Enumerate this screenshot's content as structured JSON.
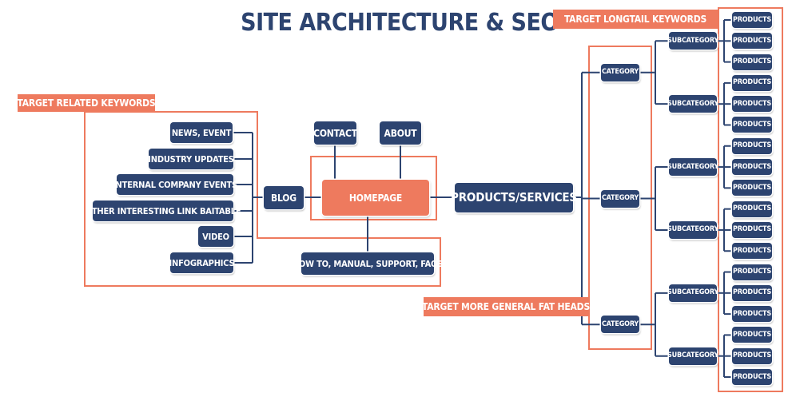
{
  "title": "SITE ARCHITECTURE & SEO",
  "annotations": {
    "related": "TARGET RELATED KEYWORDS",
    "longtail": "TARGET LONGTAIL KEYWORDS",
    "fat_heads": "TARGET MORE GENERAL FAT HEADS"
  },
  "homepage": "HOMEPAGE",
  "contact": "CONTACT",
  "about": "ABOUT",
  "blog": "BLOG",
  "howto": "HOW TO, MANUAL, SUPPORT, FAQS",
  "products_services": "PRODUCTS/SERVICES",
  "blog_items": [
    "NEWS, EVENT",
    "INDUSTRY UPDATES",
    "INTERNAL COMPANY EVENTS",
    "OTHER INTERESTING LINK BAITABLE",
    "VIDEO",
    "INFOGRAPHICS"
  ],
  "category": "CATEGORY",
  "subcategory": "SUBCATEGORY",
  "products": "PRODUCTS",
  "colors": {
    "navy": "#2d4470",
    "coral": "#ee7a5e",
    "background": "#ffffff"
  }
}
